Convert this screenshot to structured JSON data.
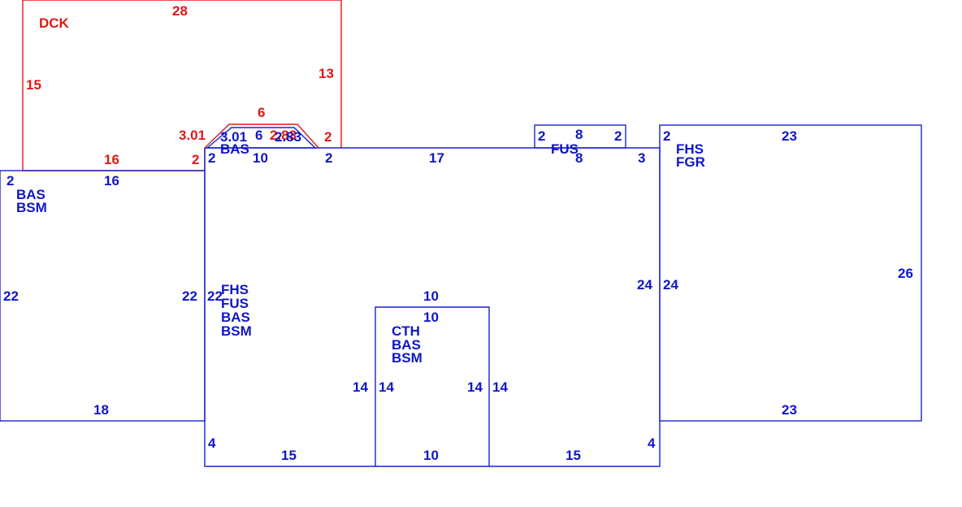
{
  "areas": {
    "deck": {
      "codes": [
        "DCK"
      ],
      "dims": {
        "top": "28",
        "right": "13",
        "left": "15",
        "bottom": "16",
        "notch": "2"
      }
    },
    "bay_window_red": {
      "dims": {
        "top": "6",
        "left_diag": "3.01",
        "right_diag": "2.83",
        "right": "2"
      }
    },
    "bay_window_blue": {
      "codes": [
        "BAS"
      ],
      "dims": {
        "left_diag": "3.01",
        "top": "6",
        "right_diag": "2.83",
        "bottom": "10"
      }
    },
    "west_wing": {
      "codes": [
        "BAS",
        "BSM"
      ],
      "dims": {
        "top": "16",
        "left": "22",
        "right": "22",
        "bottom": "18",
        "corner": "2"
      }
    },
    "main": {
      "codes": [
        "FHS",
        "FUS",
        "BAS",
        "BSM"
      ],
      "dims": {
        "top": "17",
        "top_left": "2",
        "top_right": "2",
        "left": "22",
        "right": "24",
        "left_lower": "4",
        "right_lower": "4",
        "bottom_left": "15",
        "bottom_right": "15",
        "corner_right": "3"
      }
    },
    "upper_bump": {
      "codes": [
        "FUS"
      ],
      "dims": {
        "left": "2",
        "right": "2",
        "top": "8",
        "bottom": "8"
      }
    },
    "east_wing": {
      "codes": [
        "FHS",
        "FGR"
      ],
      "dims": {
        "top": "23",
        "bottom": "23",
        "left": "24",
        "right": "26",
        "corner": "2"
      }
    },
    "center": {
      "codes": [
        "CTH",
        "BAS",
        "BSM"
      ],
      "dims": {
        "top_outer": "10",
        "top_inner": "10",
        "left_outer": "14",
        "left_inner": "14",
        "right_inner": "14",
        "right_outer": "14",
        "bottom": "10"
      }
    }
  },
  "colors": {
    "current": "#1a22c8",
    "addition": "#e01818"
  }
}
